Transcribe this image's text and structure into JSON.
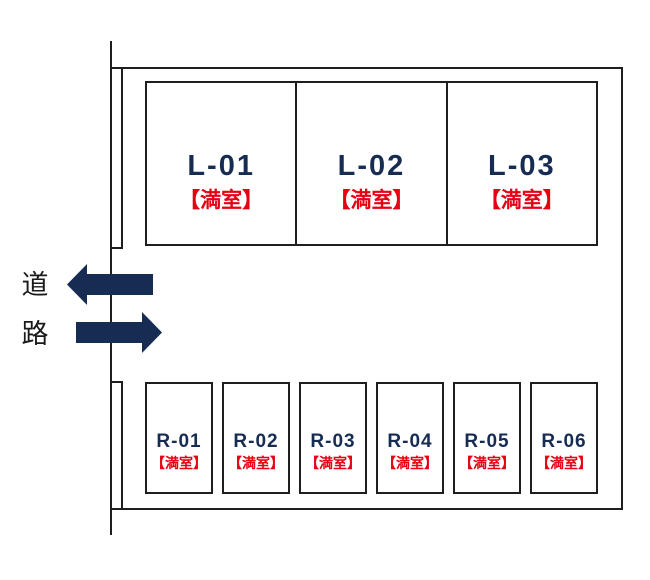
{
  "diagram": {
    "title": "parking-lot-layout",
    "background": "#ffffff",
    "colors": {
      "line": "#1e1e1e",
      "navy": "#172c52",
      "red": "#e60012",
      "road_text": "#1a1a1a"
    },
    "road": {
      "chars": [
        "道",
        "路"
      ]
    },
    "arrows": [
      {
        "name": "exit-arrow",
        "direction": "left"
      },
      {
        "name": "entry-arrow",
        "direction": "right"
      }
    ],
    "top_row": [
      {
        "id": "L-01",
        "status": "【満室】"
      },
      {
        "id": "L-02",
        "status": "【満室】"
      },
      {
        "id": "L-03",
        "status": "【満室】"
      }
    ],
    "bottom_row": [
      {
        "id": "R-01",
        "status": "【満室】"
      },
      {
        "id": "R-02",
        "status": "【満室】"
      },
      {
        "id": "R-03",
        "status": "【満室】"
      },
      {
        "id": "R-04",
        "status": "【満室】"
      },
      {
        "id": "R-05",
        "status": "【満室】"
      },
      {
        "id": "R-06",
        "status": "【満室】"
      }
    ]
  }
}
